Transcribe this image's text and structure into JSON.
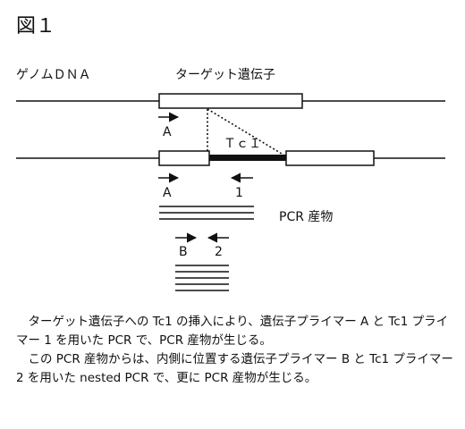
{
  "figure": {
    "title": "図１",
    "genome_label": "ゲノムＤＮＡ",
    "gene_label": "ターゲット遺伝子",
    "transposon_label": "Ｔｃ１",
    "primer_a_top": "A",
    "primer_a_bottom": "A",
    "primer_1": "1",
    "primer_b": "B",
    "primer_2": "2",
    "pcr_product_label": "PCR 産物"
  },
  "caption": {
    "paragraph_1": "ターゲット遺伝子への Tc1 の挿入により、遺伝子プライマー A と Tc1 プライマー 1 を用いた PCR で、PCR 産物が生じる。",
    "paragraph_2": "この PCR 産物からは、内側に位置する遺伝子プライマー B と Tc1 プライマー 2 を用いた nested PCR で、更に PCR 産物が生じる。"
  },
  "colors": {
    "ink": "#111111",
    "background": "#ffffff"
  }
}
